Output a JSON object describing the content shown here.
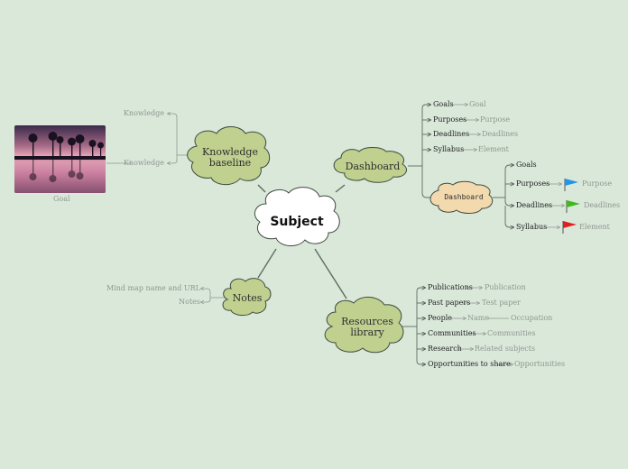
{
  "central": {
    "label": "Subject"
  },
  "knowledge_baseline": {
    "label_line1": "Knowledge",
    "label_line2": "baseline",
    "children": [
      "Knowledge",
      "Knowledge"
    ],
    "image_caption": "Goal"
  },
  "dashboard": {
    "label": "Dashboard",
    "items": [
      {
        "label": "Goals",
        "target": "Goal"
      },
      {
        "label": "Purposes",
        "target": "Purpose"
      },
      {
        "label": "Deadlines",
        "target": "Deadlines"
      },
      {
        "label": "Syllabus",
        "target": "Element"
      }
    ],
    "sub": {
      "label": "Dashboard",
      "items": [
        {
          "label": "Goals"
        },
        {
          "label": "Purposes",
          "target": "Purpose",
          "flag_color": "#2196e8"
        },
        {
          "label": "Deadlines",
          "target": "Deadlines",
          "flag_color": "#3dbb1c"
        },
        {
          "label": "Syllabus",
          "target": "Element",
          "flag_color": "#e02020"
        }
      ]
    }
  },
  "notes": {
    "label": "Notes",
    "children": [
      "Mind map name and URL",
      "Notes"
    ]
  },
  "resources": {
    "label_line1": "Resources",
    "label_line2": "library",
    "items": [
      {
        "label": "Publications",
        "target": "Publication"
      },
      {
        "label": "Past papers",
        "target": "Test paper"
      },
      {
        "label": "People",
        "target": "Name",
        "extra": "Occupation"
      },
      {
        "label": "Communities",
        "target": "Communities"
      },
      {
        "label": "Research",
        "target": "Related subjects"
      },
      {
        "label": "Opportunities to share",
        "target": "Opportunities"
      }
    ]
  },
  "colors": {
    "background": "#dae8da",
    "cloud_green": "#bfd08f",
    "cloud_orange": "#f3d9ae",
    "connector": "#5f6b5f",
    "thin_line": "#9aa39a"
  }
}
